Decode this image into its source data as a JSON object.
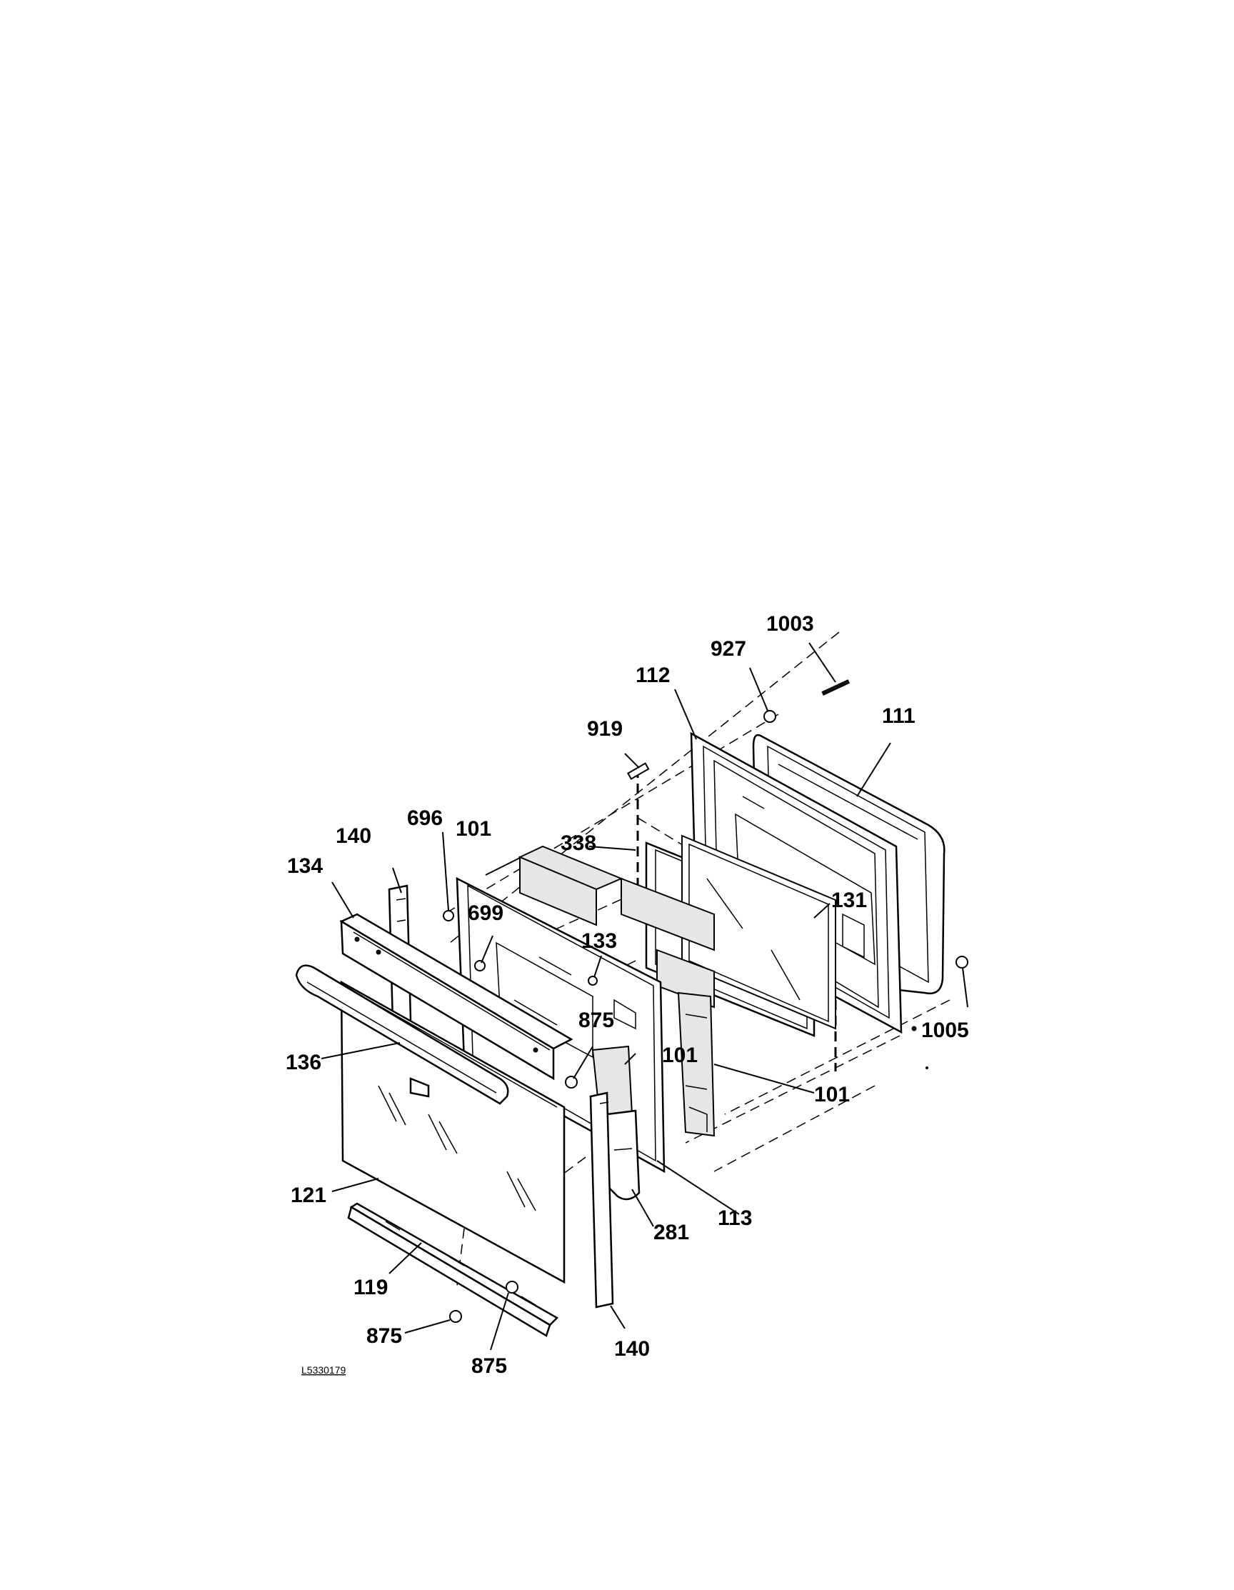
{
  "diagram": {
    "figure_id": "L5330179",
    "labels": {
      "l1003": "1003",
      "l927": "927",
      "l112": "112",
      "l111": "111",
      "l919": "919",
      "l696": "696",
      "l140_top": "140",
      "l101_top": "101",
      "l338": "338",
      "l134": "134",
      "l699": "699",
      "l133": "133",
      "l131": "131",
      "l1005": "1005",
      "l875_mid": "875",
      "l101_mid": "101",
      "l101_right": "101",
      "l136": "136",
      "l121": "121",
      "l113": "113",
      "l281": "281",
      "l119": "119",
      "l875_left": "875",
      "l875_bottom": "875",
      "l140_bottom": "140"
    }
  }
}
